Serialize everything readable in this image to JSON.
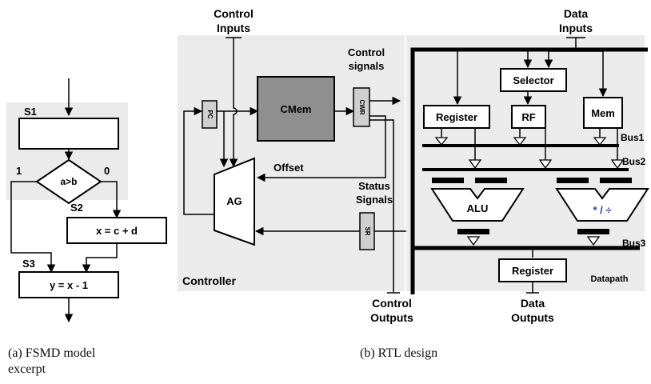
{
  "fsmd": {
    "states": {
      "s1": "S1",
      "s2": "S2",
      "s3": "S3"
    },
    "condition": "a>b",
    "branch_true": "1",
    "branch_false": "0",
    "op_s2": "x = c + d",
    "op_s3": "y = x - 1",
    "caption_line1": "(a)  FSMD  model",
    "caption_line2": "excerpt"
  },
  "rtl": {
    "control_inputs": [
      "Control",
      "Inputs"
    ],
    "control_signals": [
      "Control",
      "signals"
    ],
    "data_inputs": [
      "Data",
      "Inputs"
    ],
    "pc": "PC",
    "cmem": "CMem",
    "cwr": "CWR",
    "offset": "Offset",
    "status_signals": [
      "Status",
      "Signals"
    ],
    "sr": "SR",
    "ag": "AG",
    "controller": "Controller",
    "control_outputs": [
      "Control",
      "Outputs"
    ],
    "selector": "Selector",
    "register_top": "Register",
    "rf": "RF",
    "mem": "Mem",
    "bus1": "Bus1",
    "bus2": "Bus2",
    "bus3": "Bus3",
    "alu": "ALU",
    "mul_div": "* / ÷",
    "register_bottom": "Register",
    "datapath": "Datapath",
    "data_outputs": [
      "Data",
      "Outputs"
    ],
    "caption": "(b) RTL design"
  },
  "colors": {
    "panel": "#ebebeb",
    "cmem": "#8f8f8f",
    "small_reg": "#cfcfcf",
    "muldiv_text": "#1f3fa0"
  }
}
